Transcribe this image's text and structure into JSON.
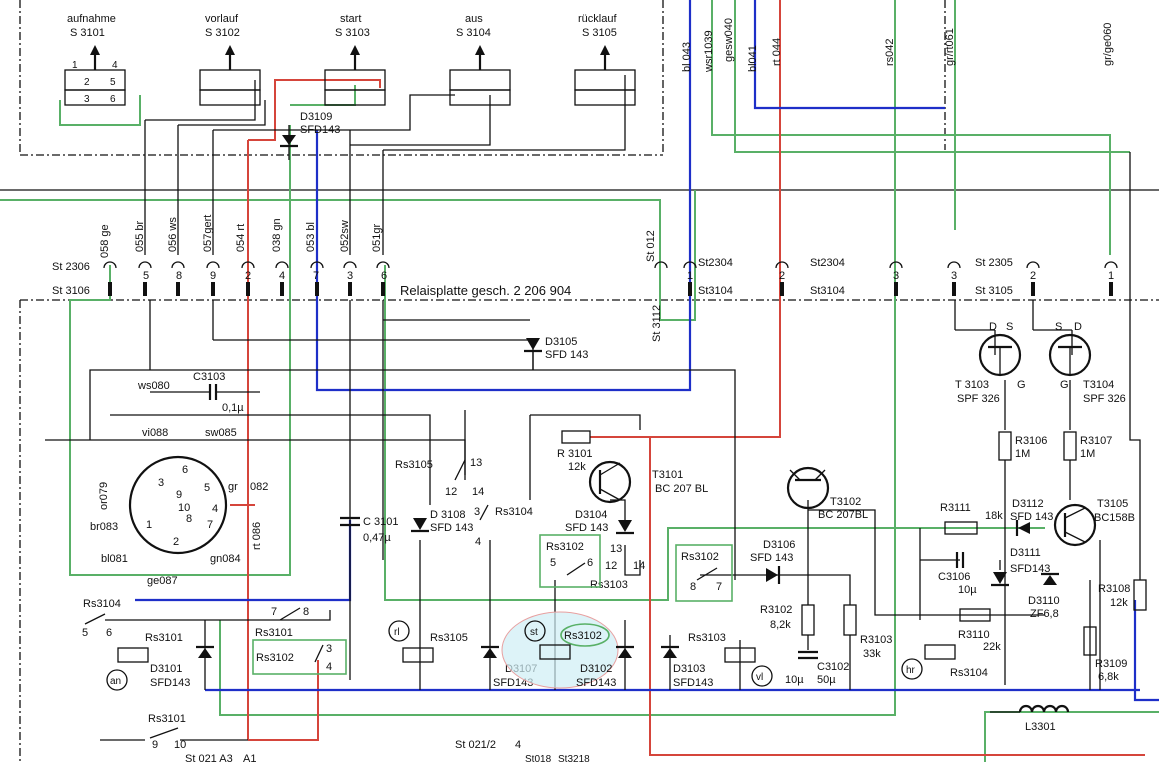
{
  "switches": [
    {
      "name": "aufnahme",
      "ref": "S 3101"
    },
    {
      "name": "vorlauf",
      "ref": "S 3102"
    },
    {
      "name": "start",
      "ref": "S 3103"
    },
    {
      "name": "aus",
      "ref": "S 3104"
    },
    {
      "name": "rücklauf",
      "ref": "S 3105"
    }
  ],
  "switch_pins": {
    "p1": "1",
    "p2": "2",
    "p3": "3",
    "p4": "4",
    "p5": "5",
    "p6": "6"
  },
  "top_diode": {
    "ref": "D3109",
    "type": "SFD143"
  },
  "wire_labels_top": [
    "bl 043",
    "wsr1039",
    "gesw040",
    "bl041",
    "rt 044",
    "rs042",
    "gr/rt061",
    "gr/ge060"
  ],
  "wire_labels_conn": [
    "058 ge",
    "055 br",
    "056 ws",
    "057gert",
    "054 rt",
    "038 gn",
    "053 bl",
    "052sw",
    "051gr"
  ],
  "connector": {
    "st2306": "St 2306",
    "st3106": "St 3106",
    "st012": "St 012",
    "st3112": "St 3112",
    "st2304a": "St2304",
    "st2304b": "St2304",
    "st3104a": "St3104",
    "st3104b": "St3104",
    "st2305": "St 2305",
    "st3105": "St 3105",
    "pins": [
      "5",
      "8",
      "9",
      "2",
      "4",
      "7",
      "3",
      "6"
    ],
    "right_pins": [
      "1",
      "2",
      "3",
      "3",
      "2",
      "1"
    ],
    "board": "Relaisplatte  gesch. 2 206 904"
  },
  "components": {
    "d3105": "D3105",
    "d3105t": "SFD 143",
    "c3103": "C3103",
    "c3103v": "0,1µ",
    "wires_din": [
      "ws080",
      "vi088",
      "sw085",
      "or079",
      "gr",
      "082",
      "br083",
      "rt 086",
      "bl081",
      "ge087",
      "gn084"
    ],
    "din_pins": [
      "3",
      "6",
      "5",
      "9",
      "10",
      "8",
      "4",
      "7",
      "1",
      "2"
    ],
    "rs3105": "Rs3105",
    "rs3105p": [
      "13",
      "12",
      "14"
    ],
    "rs3104": "Rs3104",
    "rs3104p": [
      "3",
      "4"
    ],
    "r3101": "R 3101",
    "r3101v": "12k",
    "t3101": "T3101",
    "t3101t": "BC 207 BL",
    "d3104": "D3104",
    "d3104t": "SFD 143",
    "rs3103p": [
      "13",
      "12",
      "14"
    ],
    "rs3103": "Rs3103",
    "c3101": "C 3101",
    "c3101v": "0,47µ",
    "d3108": "D 3108",
    "d3108t": "SFD 143",
    "rs3102a": "Rs3102",
    "rs3102ap": [
      "5",
      "6"
    ],
    "rs3102b": "Rs3102",
    "rs3102bp": [
      "8",
      "7"
    ],
    "d3106": "D3106",
    "d3106t": "SFD 143",
    "t3102": "T3102",
    "t3102t": "BC 207BL",
    "r3102": "R3102",
    "r3102v": "8,2k",
    "r3103": "R3103",
    "r3103v": "33k",
    "c3102": "C3102",
    "c3102v": "50µ",
    "c3102b": "10µ",
    "t3103": "T 3103",
    "t3103t": "SPF 326",
    "t3104": "T3104",
    "t3104t": "SPF 326",
    "ds": [
      "D",
      "S",
      "S",
      "D",
      "G",
      "G"
    ],
    "r3106": "R3106",
    "r3106v": "1M",
    "r3107": "R3107",
    "r3107v": "1M",
    "r3111": "R3111",
    "r3111v": "18k",
    "d3112": "D3112",
    "d3112t": "SFD 143",
    "t3105": "T3105",
    "t3105t": "BC158B",
    "c3106": "C3106",
    "c3106v": "10µ",
    "d3111": "D3111",
    "d3111t": "SFD143",
    "d3110": "D3110",
    "d3110t": "ZF6,8",
    "r3110": "R3110",
    "r3110v": "22k",
    "r3108": "R3108",
    "r3108v": "12k",
    "r3109": "R3109",
    "r3109v": "6,8k",
    "rs3104b": "Rs3104",
    "l3301": "L3301",
    "rs3104c": "Rs3104",
    "rs3104cp": [
      "5",
      "6"
    ],
    "rs3101a": "Rs3101",
    "rs3101b": "Rs3101",
    "rs3101bp": [
      "7",
      "8"
    ],
    "rs3102c": "Rs3102",
    "rs3102cp": [
      "3",
      "4"
    ],
    "d3101": "D3101",
    "d3101t": "SFD143",
    "rs3105b": "Rs3105",
    "d3107": "D3107",
    "d3107t": "SFD143",
    "d3102": "D3102",
    "d3102t": "SFD143",
    "rs3103b": "Rs3103",
    "d3103": "D3103",
    "d3103t": "SFD143",
    "rs3102st": "Rs3102",
    "circles": [
      "an",
      "rl",
      "st",
      "vl",
      "hr"
    ],
    "rs3101c": "Rs3101",
    "rs3101cp": [
      "9",
      "10"
    ],
    "bottom": [
      "St 021/2",
      "4",
      "St 021 A3",
      "A1",
      "St018",
      "St3218"
    ]
  },
  "colors": {
    "green": "#59b067",
    "red": "#d5453b",
    "blue": "#1e2fc8"
  }
}
